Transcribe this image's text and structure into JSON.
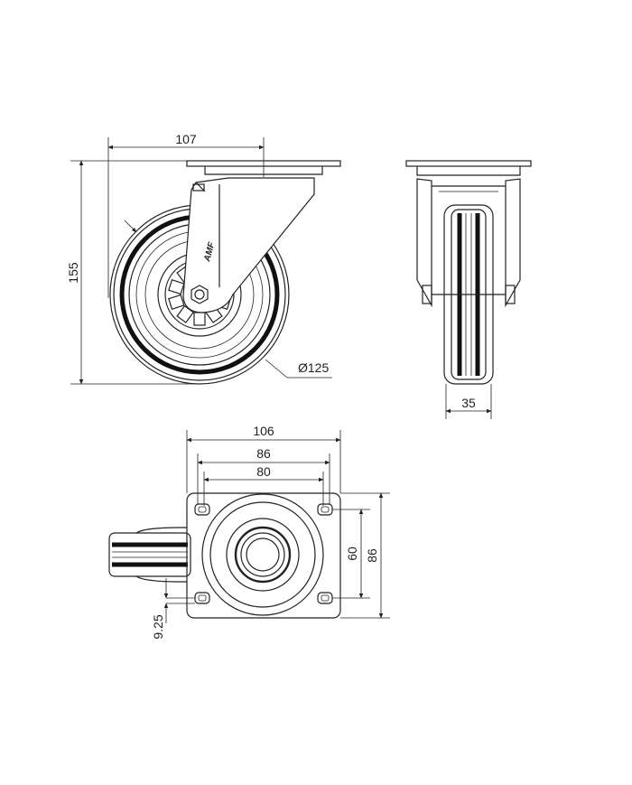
{
  "dimensions": {
    "offset": "107",
    "height": "155",
    "wheel_diameter": "Ø125",
    "wheel_width": "35",
    "plate_width": "106",
    "hole_spacing_outer": "86",
    "hole_spacing_inner": "80",
    "hole_spacing_side": "60",
    "plate_depth": "86",
    "hole_diameter": "9.25"
  },
  "logo": "AMF"
}
